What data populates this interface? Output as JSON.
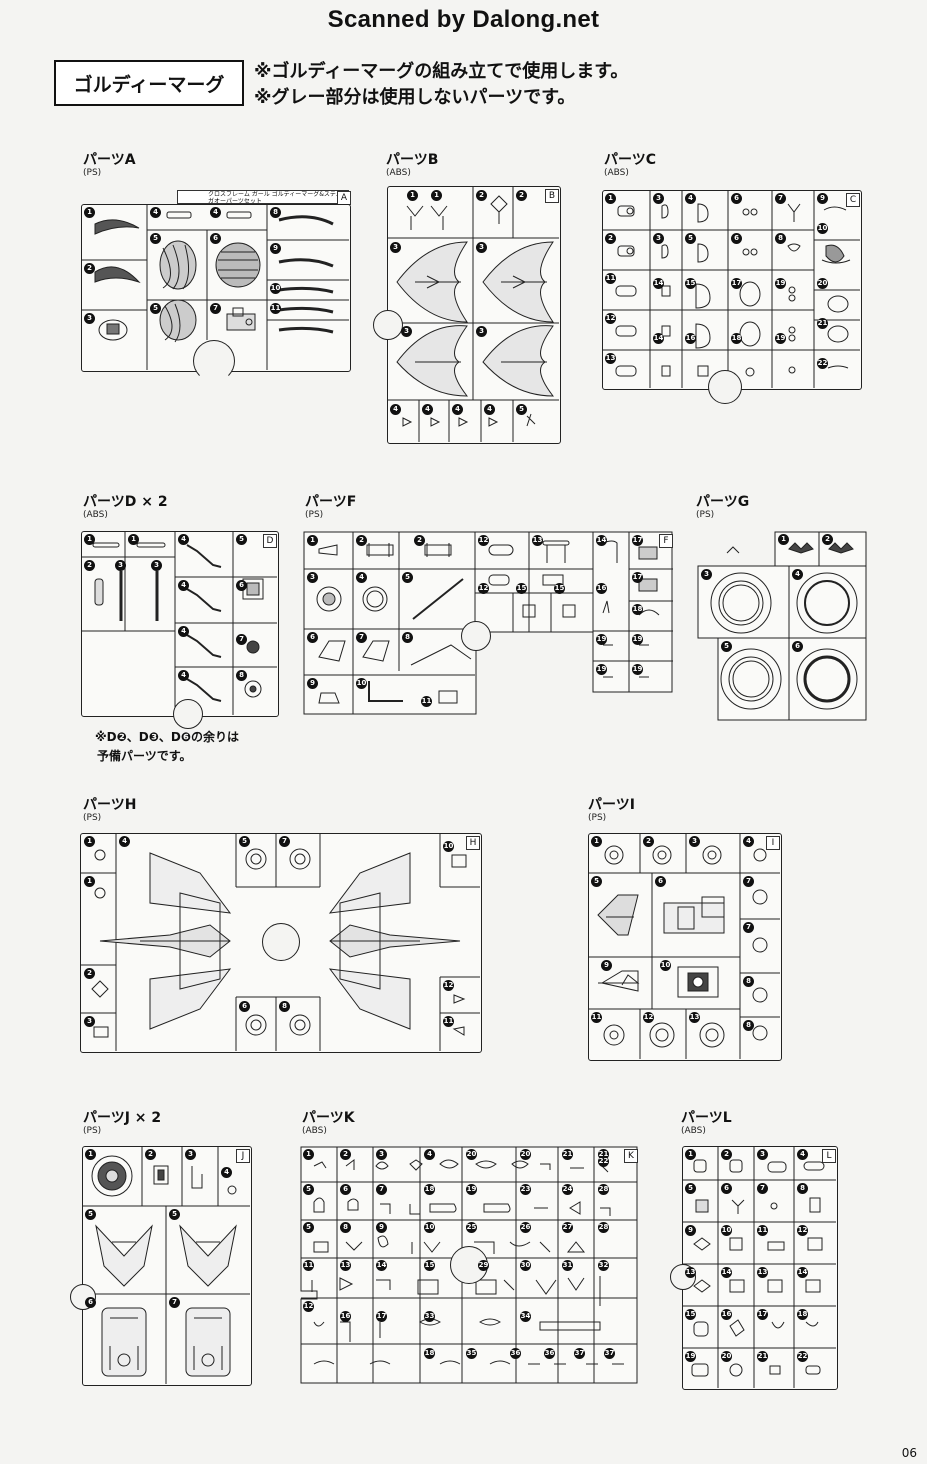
{
  "watermark": "Scanned by Dalong.net",
  "section_title": "ゴルディーマーグ",
  "notes": [
    "※ゴルディーマーグの組み立てで使用します。",
    "※グレー部分は使用しないパーツです。"
  ],
  "sprue_header_text": "クロスフレーム ガール ゴルディーマーグ&ステルスガオーパーツセット",
  "runners": [
    {
      "id": "A",
      "label": "パーツA",
      "material": "(PS)"
    },
    {
      "id": "B",
      "label": "パーツB",
      "material": "(ABS)"
    },
    {
      "id": "C",
      "label": "パーツC",
      "material": "(ABS)"
    },
    {
      "id": "D",
      "label": "パーツD × 2",
      "material": "(ABS)"
    },
    {
      "id": "F",
      "label": "パーツF",
      "material": "(PS)"
    },
    {
      "id": "G",
      "label": "パーツG",
      "material": "(PS)"
    },
    {
      "id": "H",
      "label": "パーツH",
      "material": "(PS)"
    },
    {
      "id": "I",
      "label": "パーツI",
      "material": "(PS)"
    },
    {
      "id": "J",
      "label": "パーツJ × 2",
      "material": "(PS)"
    },
    {
      "id": "K",
      "label": "パーツK",
      "material": "(ABS)"
    },
    {
      "id": "L",
      "label": "パーツL",
      "material": "(ABS)"
    }
  ],
  "d_note": [
    "※D❷、D❸、D❻の余りは",
    "予備パーツです。"
  ],
  "page_number": "06",
  "icons": {
    "part_number_badge": "circled-number-icon"
  }
}
